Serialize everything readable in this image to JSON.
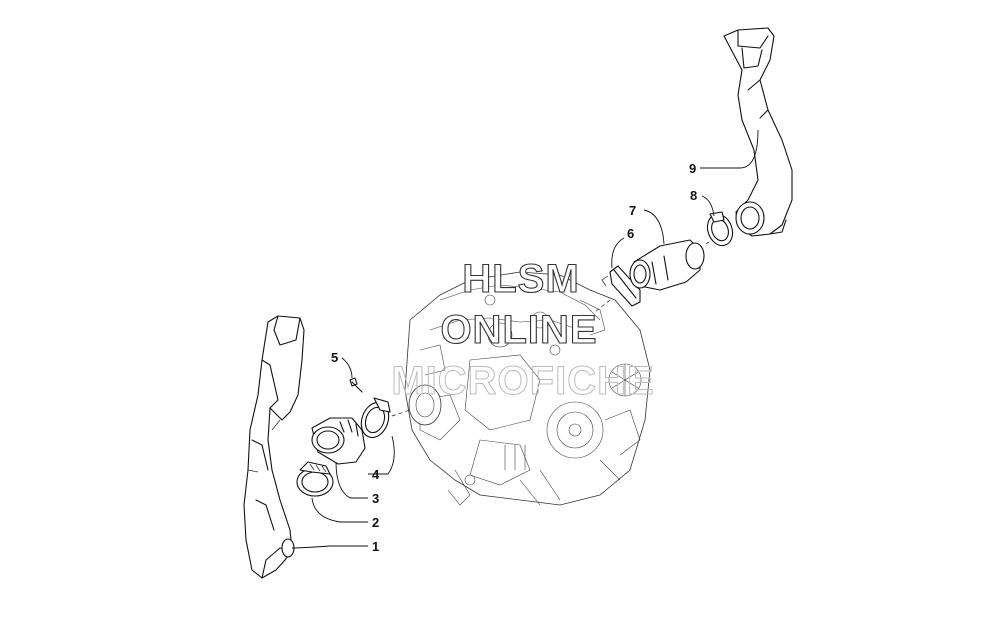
{
  "watermark": {
    "line1": "HLSM",
    "line2": "ONLINE",
    "line3": "MICROFICHE"
  },
  "callouts": [
    {
      "id": "1",
      "part": "air-duct"
    },
    {
      "id": "2",
      "part": "hose-clamp"
    },
    {
      "id": "3",
      "part": "intake-boot"
    },
    {
      "id": "4",
      "part": "hose-clamp"
    },
    {
      "id": "5",
      "part": "screw"
    },
    {
      "id": "6",
      "part": "hose-clamp"
    },
    {
      "id": "7",
      "part": "intake-boot"
    },
    {
      "id": "8",
      "part": "hose-clamp"
    },
    {
      "id": "9",
      "part": "air-duct"
    }
  ]
}
